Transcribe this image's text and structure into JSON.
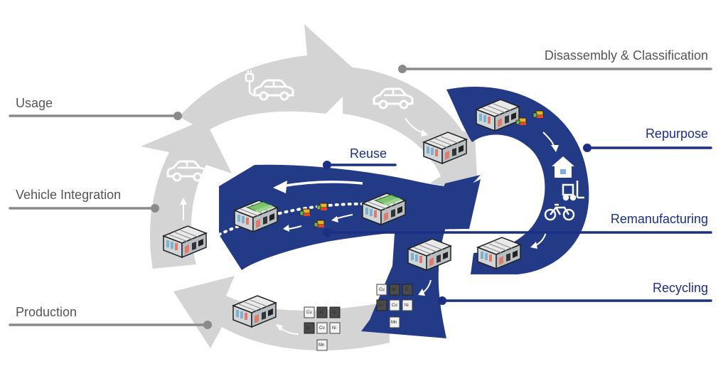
{
  "labels": {
    "usage": "Usage",
    "vehicle_integration": "Vehicle Integration",
    "production": "Production",
    "disassembly": "Disassembly & Classification",
    "repurpose": "Repurpose",
    "remanufacturing": "Remanufacturing",
    "recycling": "Recycling",
    "reuse": "Reuse"
  },
  "elements": {
    "top": [
      "Cu",
      "Al",
      "C"
    ],
    "bottom": [
      "Li",
      "Co",
      "Ni"
    ],
    "last": "Mn"
  },
  "colors": {
    "grey_loop": "#d4d4d4",
    "blue_loop": "#233a86",
    "grey_line": "#8a8a8a",
    "blue_line": "#1d2f83",
    "white": "#ffffff"
  },
  "icons": [
    "plug-icon",
    "car-icon",
    "battery-pack-icon",
    "element-tile-icon",
    "house-icon",
    "forklift-icon",
    "bicycle-icon",
    "arrow-icon"
  ]
}
